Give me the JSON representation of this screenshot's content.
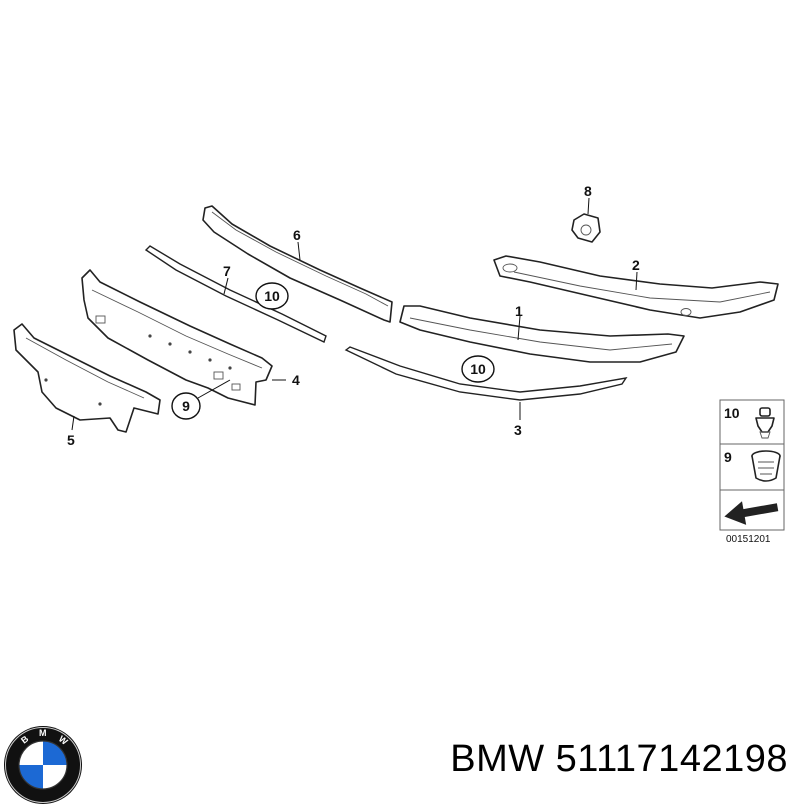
{
  "callouts": {
    "c1": "1",
    "c2": "2",
    "c3": "3",
    "c4": "4",
    "c5": "5",
    "c6": "6",
    "c7": "7",
    "c8": "8",
    "c9": "9",
    "c10a": "10",
    "c10b": "10"
  },
  "legend": {
    "item10": "10",
    "item9": "9"
  },
  "diagram_code": "00151201",
  "brand": {
    "logo_letters": "BMW",
    "text": "BMW 51117142198"
  },
  "colors": {
    "logo_blue": "#1c69d4",
    "line": "#222222"
  }
}
